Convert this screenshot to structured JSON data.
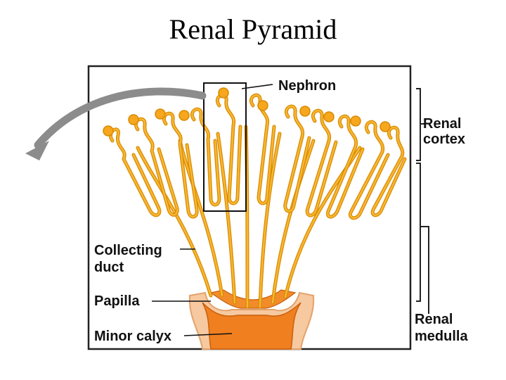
{
  "slide": {
    "title": "Renal Pyramid"
  },
  "labels": {
    "nephron": "Nephron",
    "renal_cortex_1": "Renal",
    "renal_cortex_2": "cortex",
    "collecting_duct_1": "Collecting",
    "collecting_duct_2": "duct",
    "papilla": "Papilla",
    "minor_calyx": "Minor calyx",
    "renal_medulla_1": "Renal",
    "renal_medulla_2": "medulla"
  },
  "colors": {
    "tubule_outline": "#D98A00",
    "tubule_fill": "#F7B733",
    "calyx_outer": "#F7C9A0",
    "calyx_inner": "#F07F1F",
    "arrow": "#8C8C8C"
  }
}
